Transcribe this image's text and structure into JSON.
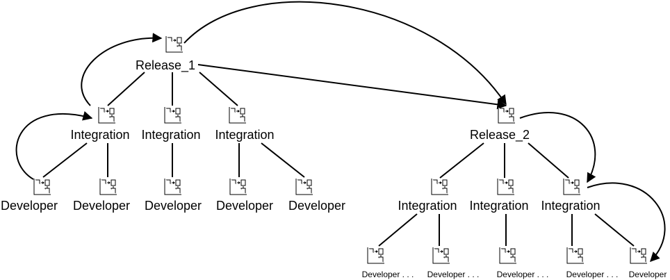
{
  "tree1": {
    "release": "Release_1",
    "integrations": [
      "Integration",
      "Integration",
      "Integration"
    ],
    "developers": [
      "Developer",
      "Developer",
      "Developer",
      "Developer",
      "Developer"
    ]
  },
  "tree2": {
    "release": "Release_2",
    "integrations": [
      "Integration",
      "Integration",
      "Integration"
    ],
    "developers": [
      "Developer . . .",
      "Developer . . .",
      "Developer . . .",
      "Developer . . .",
      "Developer"
    ]
  },
  "icons": [
    "version-node-icon"
  ]
}
